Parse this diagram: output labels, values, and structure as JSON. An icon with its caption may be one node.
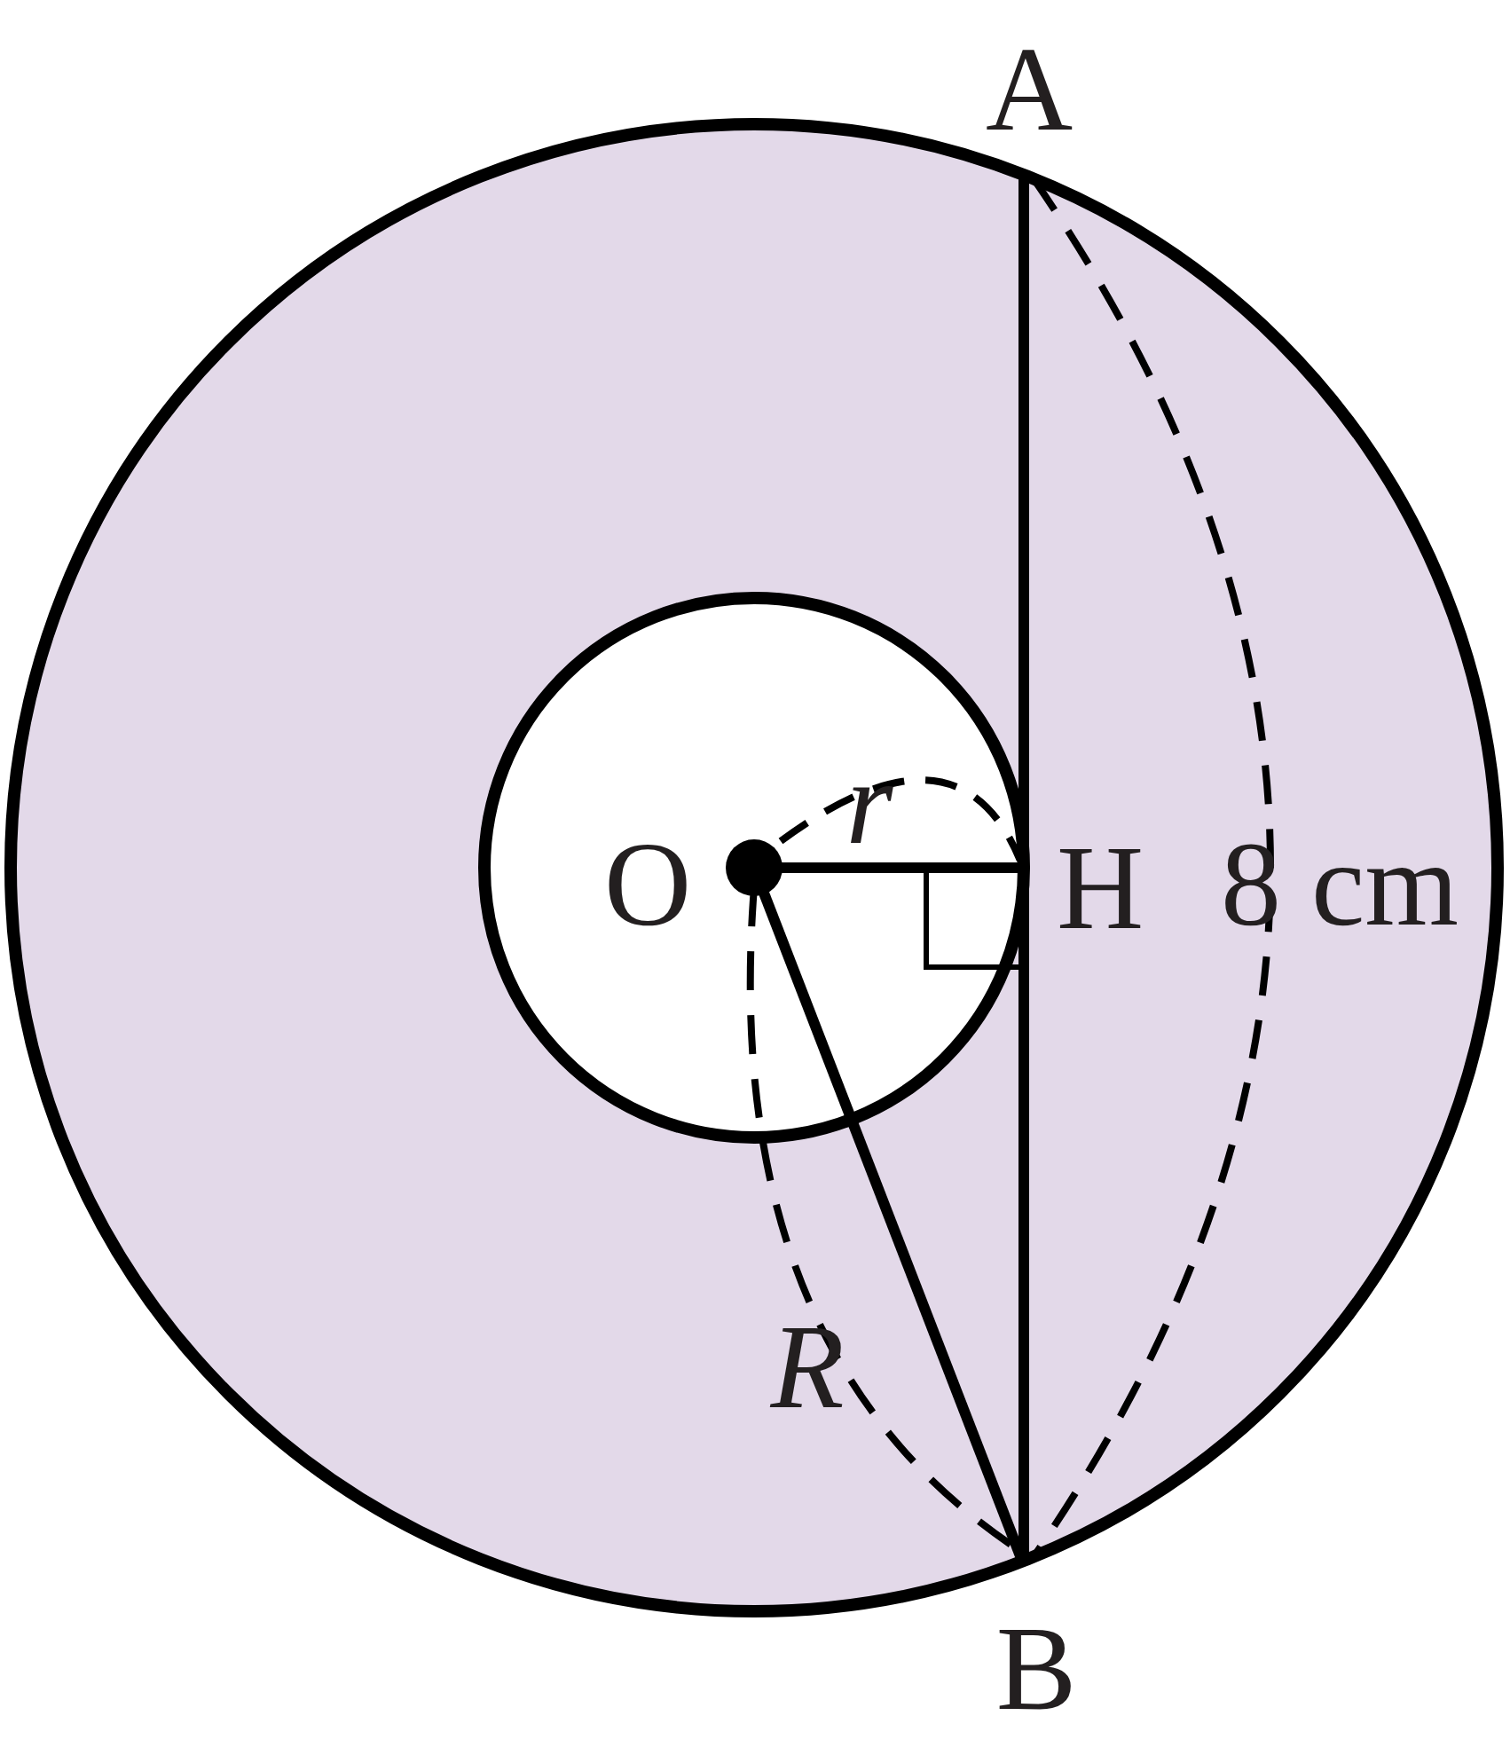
{
  "diagram": {
    "labels": [
      "A",
      "O",
      "r",
      "H",
      "8 cm",
      "R",
      "B"
    ]
  }
}
